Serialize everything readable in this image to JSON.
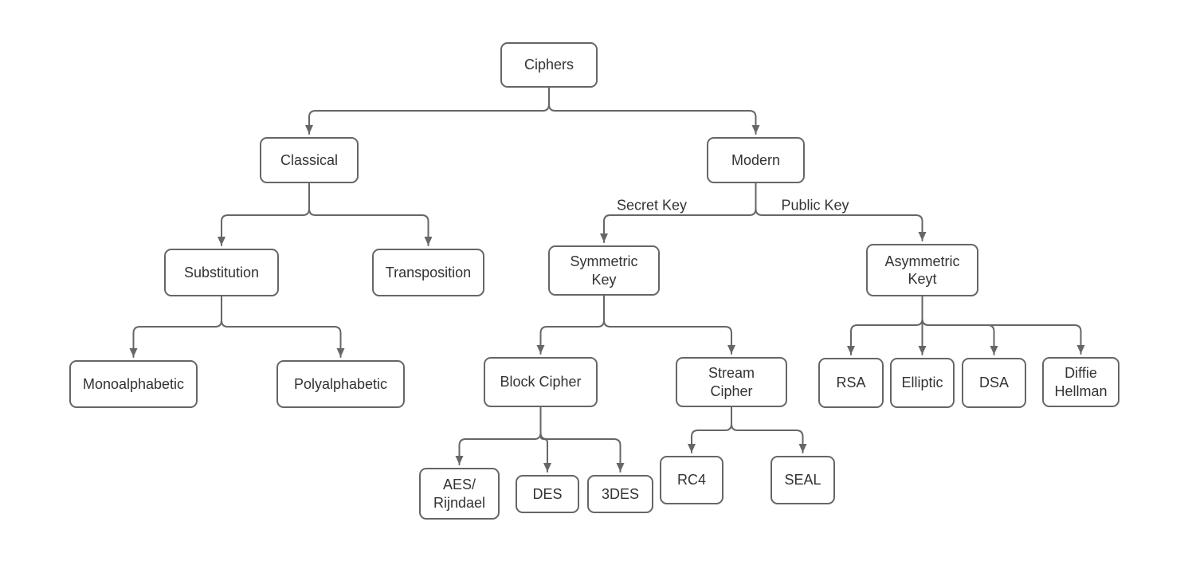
{
  "diagram": {
    "type": "tree",
    "colors": {
      "line": "#666666",
      "box_border": "#666666",
      "box_fill": "#ffffff",
      "text": "#333333",
      "background": "#ffffff"
    },
    "nodes": {
      "ciphers": {
        "label": "Ciphers"
      },
      "classical": {
        "label": "Classical"
      },
      "modern": {
        "label": "Modern"
      },
      "substitution": {
        "label": "Substitution"
      },
      "transposition": {
        "label": "Transposition"
      },
      "symmetric_key": {
        "label": "Symmetric\nKey"
      },
      "asymmetric_key": {
        "label": "Asymmetric\nKeyt"
      },
      "monoalphabetic": {
        "label": "Monoalphabetic"
      },
      "polyalphabetic": {
        "label": "Polyalphabetic"
      },
      "block_cipher": {
        "label": "Block Cipher"
      },
      "stream_cipher": {
        "label": "Stream\nCipher"
      },
      "rsa": {
        "label": "RSA"
      },
      "elliptic": {
        "label": "Elliptic"
      },
      "dsa": {
        "label": "DSA"
      },
      "diffie_hellman": {
        "label": "Diffie\nHellman"
      },
      "aes_rijndael": {
        "label": "AES/\nRijndael"
      },
      "des": {
        "label": "DES"
      },
      "triple_des": {
        "label": "3DES"
      },
      "rc4": {
        "label": "RC4"
      },
      "seal": {
        "label": "SEAL"
      }
    },
    "edge_labels": {
      "secret_key": "Secret Key",
      "public_key": "Public Key"
    },
    "hierarchy": [
      {
        "parent": "Ciphers",
        "children": [
          "Classical",
          "Modern"
        ]
      },
      {
        "parent": "Classical",
        "children": [
          "Substitution",
          "Transposition"
        ]
      },
      {
        "parent": "Substitution",
        "children": [
          "Monoalphabetic",
          "Polyalphabetic"
        ]
      },
      {
        "parent": "Modern",
        "children": [
          "Symmetric Key",
          "Asymmetric Keyt"
        ],
        "edge_labels": [
          "Secret Key",
          "Public Key"
        ]
      },
      {
        "parent": "Symmetric Key",
        "children": [
          "Block Cipher",
          "Stream Cipher"
        ]
      },
      {
        "parent": "Block Cipher",
        "children": [
          "AES/ Rijndael",
          "DES",
          "3DES"
        ]
      },
      {
        "parent": "Stream Cipher",
        "children": [
          "RC4",
          "SEAL"
        ]
      },
      {
        "parent": "Asymmetric Keyt",
        "children": [
          "RSA",
          "Elliptic",
          "DSA",
          "Diffie Hellman"
        ]
      }
    ]
  }
}
